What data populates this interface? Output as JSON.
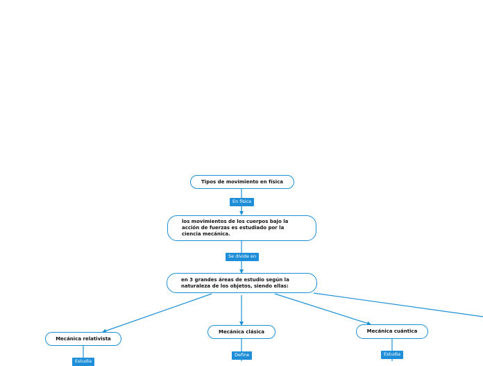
{
  "colors": {
    "accent": "#1a8fd6",
    "label_bg": "#1f8ed8",
    "node_text": "#111111"
  },
  "nodes": {
    "root": "Tipos de movimiento en física",
    "definition": "los movimientos de los cuerpos bajo la acción de fuerzas es estudiado por la ciencia mecánica.",
    "areas": "en 3 grandes áreas de estudio según la naturaleza de los objetos, siendo ellas:",
    "relativista": "Mecánica relativista",
    "clasica": "Mecánica clásica",
    "cuantica": "Mecánica cuántica"
  },
  "links": {
    "en_fisica": "En física",
    "se_divide_en": "Se divide en",
    "define": "Define",
    "estudia": "Estudia",
    "relativista_partial": "Estudia"
  }
}
